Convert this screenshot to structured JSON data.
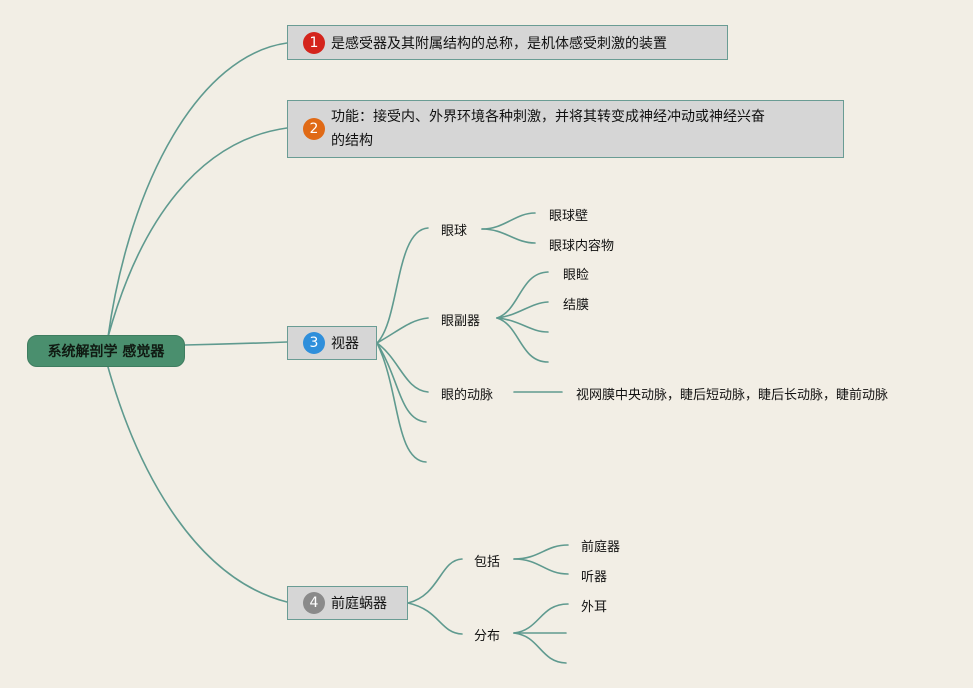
{
  "root": {
    "label": "系统解剖学 感觉器"
  },
  "topics": [
    {
      "num": "1",
      "text": "是感受器及其附属结构的总称，是机体感受刺激的装置",
      "color": "#d4241c"
    },
    {
      "num": "2",
      "text_line1": "功能：接受内、外界环境各种刺激，并将其转变成神经冲动或神经兴奋",
      "text_line2": "的结构",
      "color": "#e06a16"
    },
    {
      "num": "3",
      "text": "视器",
      "color": "#2f8fdb"
    },
    {
      "num": "4",
      "text": "前庭蜗器",
      "color": "#8a8a8a"
    }
  ],
  "vision": {
    "eyeball": {
      "label": "眼球",
      "children": [
        "眼球壁",
        "眼球内容物"
      ]
    },
    "accessory": {
      "label": "眼副器",
      "children": [
        "眼睑",
        "结膜"
      ]
    },
    "artery": {
      "label": "眼的动脉",
      "detail": "视网膜中央动脉，睫后短动脉，睫后长动脉，睫前动脉"
    }
  },
  "vestibulocochlear": {
    "include": {
      "label": "包括",
      "children": [
        "前庭器",
        "听器"
      ]
    },
    "distribution": {
      "label": "分布",
      "children": [
        "外耳"
      ]
    }
  },
  "colors": {
    "line": "#5f9a8f",
    "root_bg": "#4a8f6e",
    "box_bg": "#d6d6d6",
    "background": "#f2eee5"
  }
}
